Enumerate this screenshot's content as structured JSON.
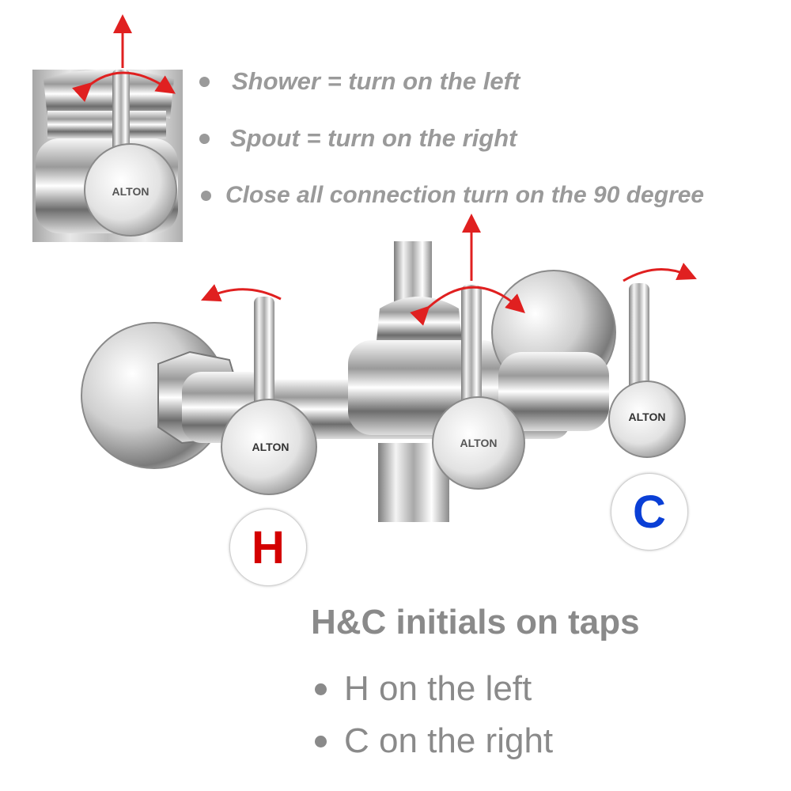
{
  "instructions": [
    "Shower = turn on the left",
    "Spout = turn on the right",
    "Close all connection turn on the 90 degree"
  ],
  "brand": "ALTON",
  "badges": {
    "hot": "H",
    "cold": "C"
  },
  "summary": {
    "heading": "H&C initials on taps",
    "items": [
      "H on the left",
      "C on the right"
    ]
  },
  "colors": {
    "hot": "#d40000",
    "cold": "#0a3fd6",
    "arrow": "#e02020",
    "text": "#9a9a9a"
  }
}
